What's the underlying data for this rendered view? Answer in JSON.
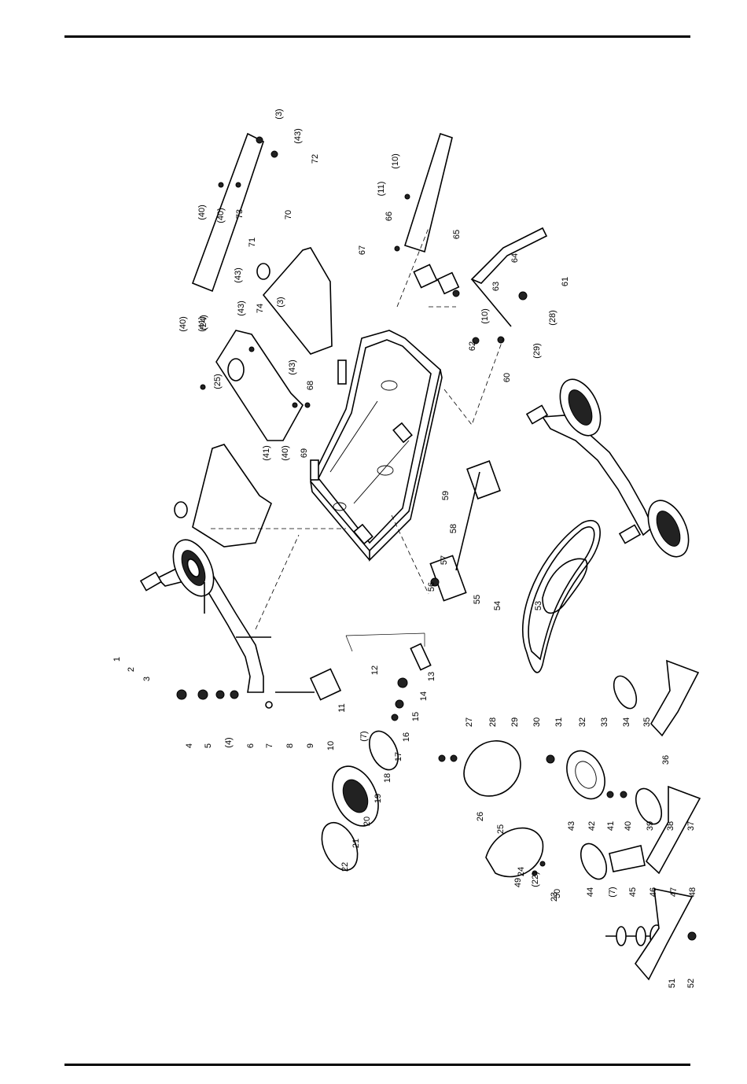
{
  "diagram": {
    "callouts": [
      "1",
      "2",
      "3",
      "4",
      "5",
      "(4)",
      "6",
      "7",
      "8",
      "9",
      "10",
      "11",
      "12",
      "13",
      "14",
      "15",
      "16",
      "(7)",
      "17",
      "18",
      "19",
      "20",
      "21",
      "22",
      "23",
      "24",
      "(22)",
      "25",
      "26",
      "27",
      "28",
      "29",
      "30",
      "31",
      "32",
      "33",
      "34",
      "35",
      "36",
      "37",
      "38",
      "39",
      "40",
      "41",
      "42",
      "43",
      "44",
      "(7)",
      "45",
      "46",
      "47",
      "48",
      "49",
      "50",
      "51",
      "52",
      "53",
      "54",
      "55",
      "56",
      "57",
      "58",
      "59",
      "60",
      "(29)",
      "(28)",
      "61",
      "(10)",
      "62",
      "63",
      "64",
      "65",
      "(10)",
      "(11)",
      "66",
      "67",
      "68",
      "(43)",
      "(41)",
      "(40)",
      "69",
      "70",
      "71",
      "(43)",
      "(3)",
      "(40)",
      "(40)",
      "(3)",
      "(43)",
      "72",
      "73",
      "(24)",
      "(25)",
      "(40)",
      "(41)",
      "(43)",
      "74"
    ]
  }
}
